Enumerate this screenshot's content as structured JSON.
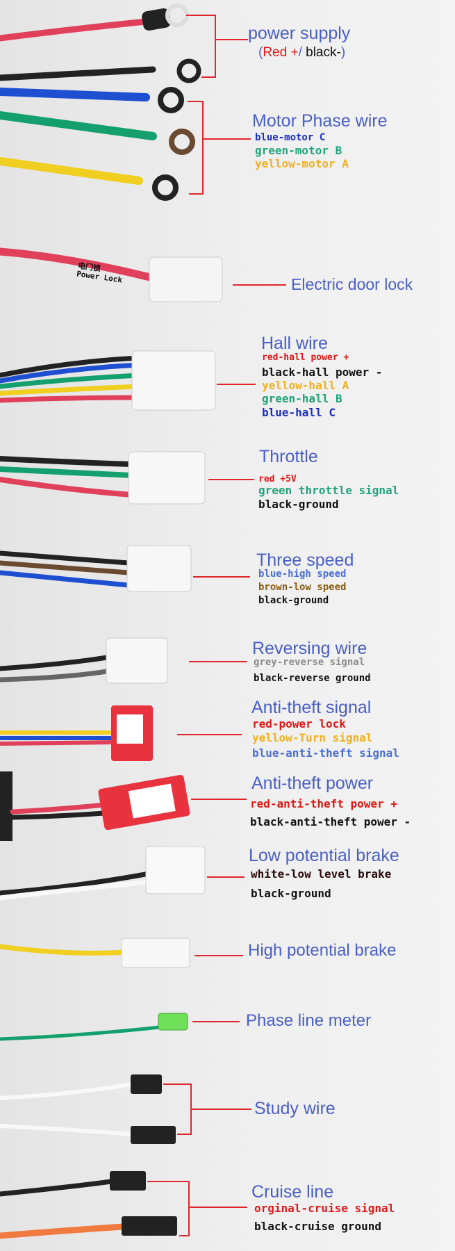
{
  "colors": {
    "title": "#4a5fc4",
    "leader": "#e0262a",
    "red": "#e01818",
    "black": "#111111",
    "blue": "#1a2ec0",
    "green": "#1fa37a",
    "yellow": "#f0b020",
    "brown": "#8a5a10",
    "grey": "#8a8a8a",
    "lightblue": "#4a6fd0"
  },
  "connector_labels": {
    "door_lock_cn": "电门锁",
    "door_lock_en": "Power Lock"
  },
  "sections": [
    {
      "title": "power supply",
      "subtitle": {
        "open": "(",
        "red": "Red +",
        "sep": "/ ",
        "black": "black-",
        "close": ")"
      }
    },
    {
      "title": "Motor Phase wire",
      "lines": [
        "blue-motor C",
        "green-motor B",
        "yellow-motor A"
      ]
    },
    {
      "title": "Electric door lock"
    },
    {
      "title": "Hall wire",
      "lines": [
        "red-hall power +",
        "black-hall power -",
        "yellow-hall A",
        "green-hall B",
        "blue-hall C"
      ]
    },
    {
      "title": "Throttle",
      "lines": [
        "red +5V",
        "green throttle signal",
        "black-ground"
      ]
    },
    {
      "title": "Three speed",
      "lines": [
        "blue-high speed",
        "brown-low speed",
        "black-ground"
      ]
    },
    {
      "title": "Reversing wire",
      "lines": [
        "grey-reverse signal",
        "black-reverse ground"
      ]
    },
    {
      "title": "Anti-theft signal",
      "lines": [
        "red-power lock",
        "yellow-Turn signal",
        "blue-anti-theft signal"
      ]
    },
    {
      "title": "Anti-theft  power",
      "lines": [
        "red-anti-theft power +",
        "black-anti-theft power -"
      ]
    },
    {
      "title": "Low potential brake",
      "lines": [
        "white-low level brake",
        "black-ground"
      ]
    },
    {
      "title": "High potential brake"
    },
    {
      "title": "Phase line meter"
    },
    {
      "title": "Study wire"
    },
    {
      "title": "Cruise line",
      "lines": [
        "orginal-cruise signal",
        "black-cruise ground"
      ]
    }
  ]
}
